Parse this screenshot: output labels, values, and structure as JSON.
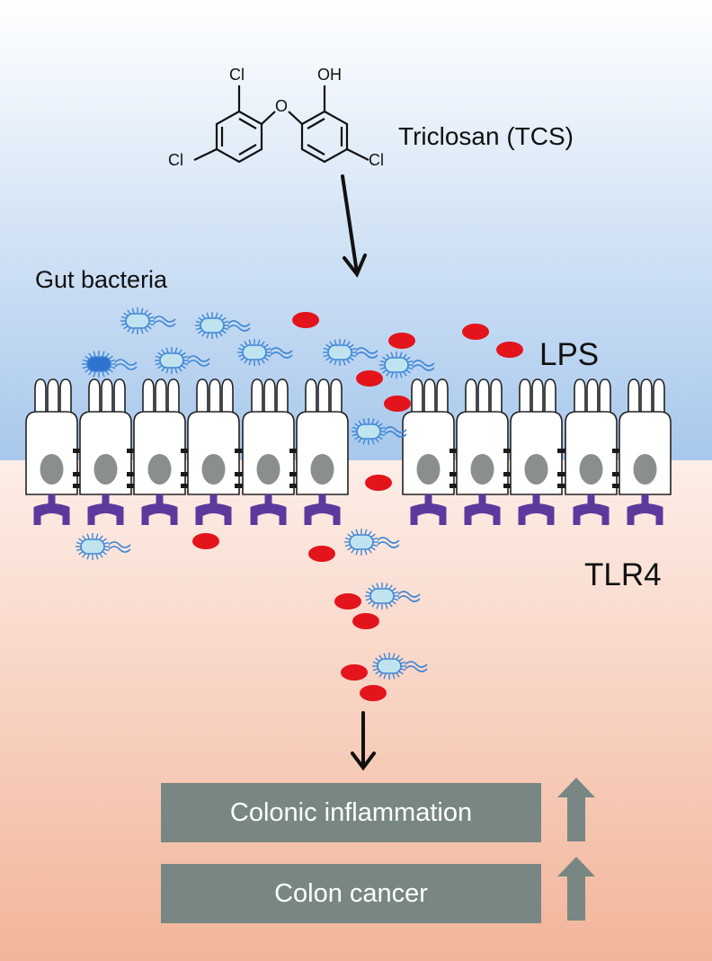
{
  "molecule": {
    "atoms": {
      "cl_top": "Cl",
      "oh": "OH",
      "o": "O",
      "cl_left": "Cl",
      "cl_right": "Cl"
    },
    "name": "Triclosan (TCS)"
  },
  "labels": {
    "gut_bacteria": "Gut bacteria",
    "lps": "LPS",
    "tlr4": "TLR4"
  },
  "outcomes": [
    {
      "label": "Colonic inflammation",
      "trend": "up-arrow-icon"
    },
    {
      "label": "Colon cancer",
      "trend": "up-arrow-icon"
    }
  ],
  "colors": {
    "lumen_top": "#ffffff",
    "lumen_bottom": "#a7c8ec",
    "tissue_top": "#fdeee8",
    "tissue_bottom": "#f2b599",
    "lps": "#e3141c",
    "tlr4": "#5c3a9d",
    "bacteria_outline": "#3f86d6",
    "bacteria_fill": "#bfe3ef",
    "junction": "#1a1a1a",
    "nucleus": "#8a8f8c",
    "box": "#788784",
    "trend_arrow": "#788784"
  }
}
